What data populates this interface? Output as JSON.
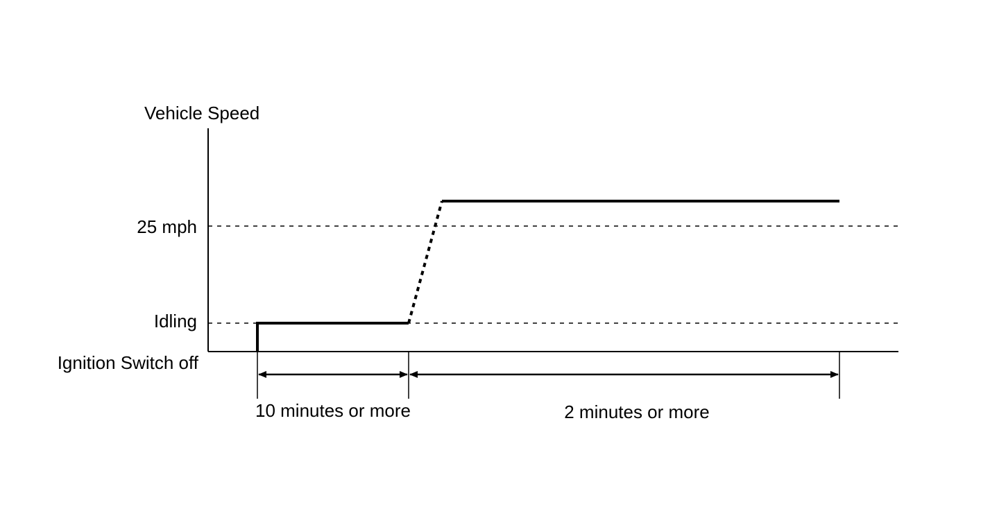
{
  "diagram": {
    "y_axis_title": "Vehicle Speed",
    "levels": {
      "speed_threshold": "25 mph",
      "idling": "Idling",
      "ignition_off": "Ignition Switch off"
    },
    "intervals": {
      "first": "10 minutes or more",
      "second": "2 minutes or more"
    },
    "line_color": "#000000",
    "background_color": "#ffffff"
  }
}
